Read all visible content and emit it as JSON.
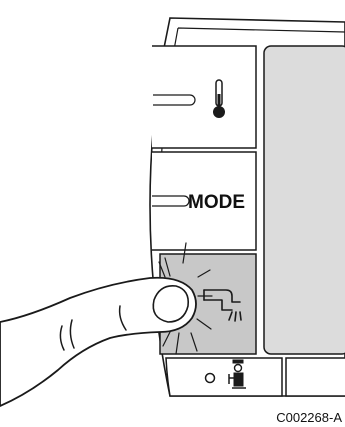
{
  "panel": {
    "buttons": {
      "temperature": {
        "icon": "thermometer-icon"
      },
      "mode": {
        "label": "MODE"
      },
      "hot_water": {
        "icon": "hot-water-tap-icon",
        "state": "pressed",
        "highlight_color": "#c8c8c8"
      },
      "service": {
        "icons": [
          "indicator-led-icon",
          "chimney-sweep-icon"
        ]
      }
    },
    "display": {
      "fill_color": "#dcdcdc"
    }
  },
  "hand": {
    "icon": "pointing-finger-icon"
  },
  "figure": {
    "reference": "C002268-A"
  }
}
